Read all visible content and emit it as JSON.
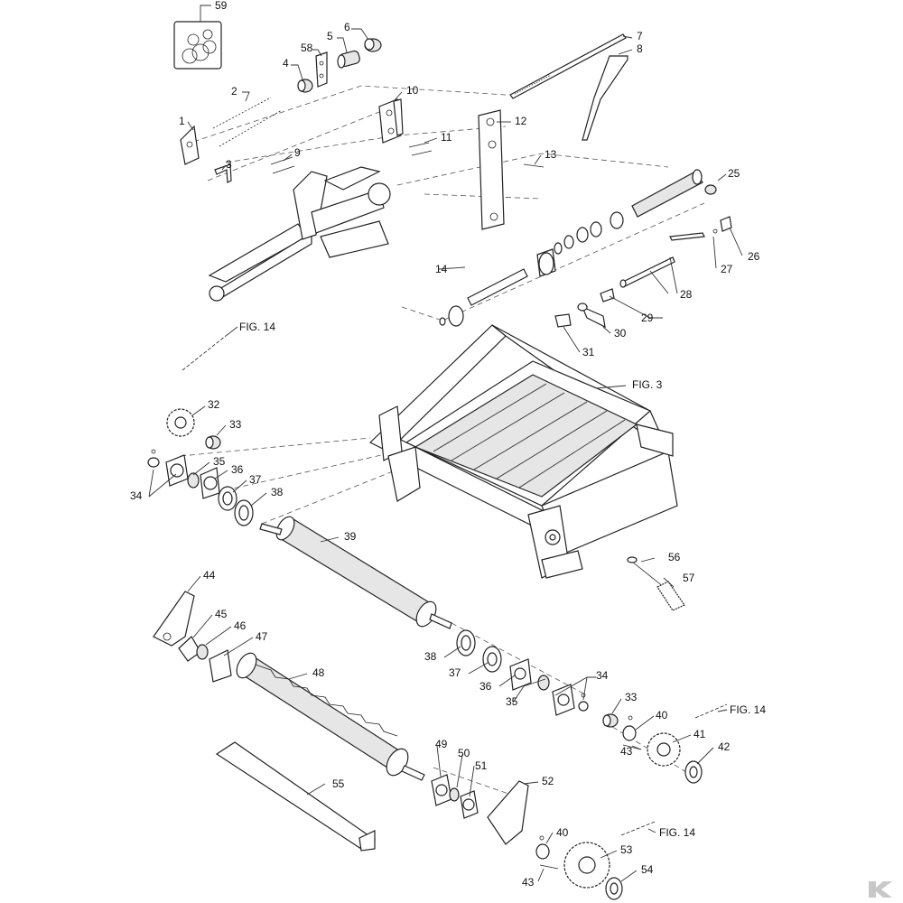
{
  "parts": [
    {
      "id": "p1",
      "label": "1"
    },
    {
      "id": "p2",
      "label": "2"
    },
    {
      "id": "p3",
      "label": "3"
    },
    {
      "id": "p4",
      "label": "4"
    },
    {
      "id": "p5",
      "label": "5"
    },
    {
      "id": "p6",
      "label": "6"
    },
    {
      "id": "p7",
      "label": "7"
    },
    {
      "id": "p8",
      "label": "8"
    },
    {
      "id": "p9",
      "label": "9"
    },
    {
      "id": "p10",
      "label": "10"
    },
    {
      "id": "p11",
      "label": "11"
    },
    {
      "id": "p12",
      "label": "12"
    },
    {
      "id": "p13",
      "label": "13"
    },
    {
      "id": "p14",
      "label": "14"
    },
    {
      "id": "p25",
      "label": "25"
    },
    {
      "id": "p26",
      "label": "26"
    },
    {
      "id": "p27",
      "label": "27"
    },
    {
      "id": "p28",
      "label": "28"
    },
    {
      "id": "p29",
      "label": "29"
    },
    {
      "id": "p30",
      "label": "30"
    },
    {
      "id": "p31",
      "label": "31"
    },
    {
      "id": "p32",
      "label": "32"
    },
    {
      "id": "p33a",
      "label": "33"
    },
    {
      "id": "p34a",
      "label": "34"
    },
    {
      "id": "p35a",
      "label": "35"
    },
    {
      "id": "p36a",
      "label": "36"
    },
    {
      "id": "p37a",
      "label": "37"
    },
    {
      "id": "p38a",
      "label": "38"
    },
    {
      "id": "p39",
      "label": "39"
    },
    {
      "id": "p44",
      "label": "44"
    },
    {
      "id": "p45",
      "label": "45"
    },
    {
      "id": "p46",
      "label": "46"
    },
    {
      "id": "p47",
      "label": "47"
    },
    {
      "id": "p48",
      "label": "48"
    },
    {
      "id": "p38b",
      "label": "38"
    },
    {
      "id": "p37b",
      "label": "37"
    },
    {
      "id": "p36b",
      "label": "36"
    },
    {
      "id": "p35b",
      "label": "35"
    },
    {
      "id": "p34b",
      "label": "34"
    },
    {
      "id": "p33b",
      "label": "33"
    },
    {
      "id": "p40a",
      "label": "40"
    },
    {
      "id": "p43a",
      "label": "43"
    },
    {
      "id": "p41",
      "label": "41"
    },
    {
      "id": "p42",
      "label": "42"
    },
    {
      "id": "p49",
      "label": "49"
    },
    {
      "id": "p50",
      "label": "50"
    },
    {
      "id": "p51",
      "label": "51"
    },
    {
      "id": "p52",
      "label": "52"
    },
    {
      "id": "p55",
      "label": "55"
    },
    {
      "id": "p40b",
      "label": "40"
    },
    {
      "id": "p43b",
      "label": "43"
    },
    {
      "id": "p53",
      "label": "53"
    },
    {
      "id": "p54",
      "label": "54"
    },
    {
      "id": "p56",
      "label": "56"
    },
    {
      "id": "p57",
      "label": "57"
    },
    {
      "id": "p58",
      "label": "58"
    },
    {
      "id": "p59",
      "label": "59"
    }
  ],
  "figrefs": [
    {
      "id": "f1",
      "label": "FIG. 14"
    },
    {
      "id": "f2",
      "label": "FIG. 3"
    },
    {
      "id": "f3",
      "label": "FIG. 14"
    },
    {
      "id": "f4",
      "label": "FIG. 14"
    }
  ],
  "logo": {
    "icon": "brand-logo-icon"
  }
}
